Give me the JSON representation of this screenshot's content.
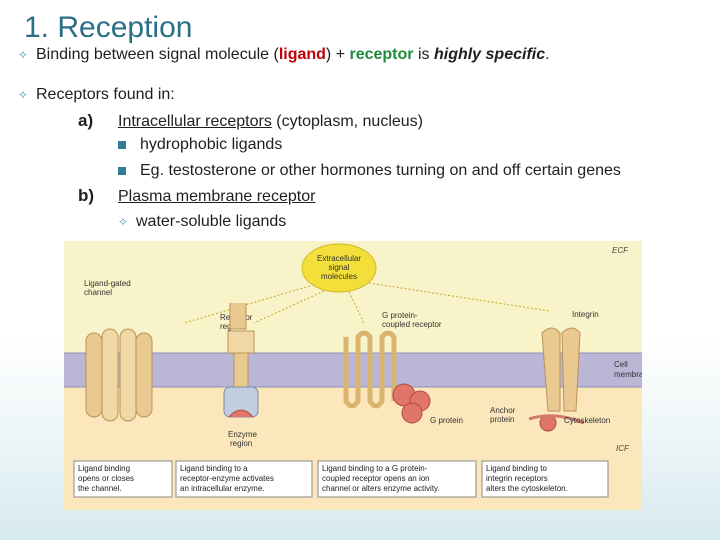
{
  "slide": {
    "title": "1. Reception",
    "line1": {
      "pre": "Binding between signal molecule (",
      "ligand": "ligand",
      "mid": ") + ",
      "receptor": "receptor",
      "is": " is ",
      "specific": "highly specific",
      "end": "."
    },
    "line2": "Receptors found in:",
    "a": {
      "label": "a)",
      "title": "Intracellular receptors",
      "detail": " (cytoplasm, nucleus)",
      "sub1": "hydrophobic ligands",
      "sub2": "Eg. testosterone or other hormones turning on and off certain genes"
    },
    "b": {
      "label": "b)",
      "title": "Plasma membrane receptor",
      "sub1": "water-soluble ligands"
    }
  },
  "diagram": {
    "signal": [
      "Extracellular",
      "signal",
      "molecules"
    ],
    "ecf": "ECF",
    "icf": "ICF",
    "ligand_gated": [
      "Ligand-gated",
      "channel"
    ],
    "receptor_region": [
      "Receptor",
      "region"
    ],
    "gpcr": [
      "G protein-",
      "coupled receptor"
    ],
    "integrin": "Integrin",
    "cell_membrane": [
      "Cell",
      "membrane"
    ],
    "enzyme_region": [
      "Enzyme",
      "region"
    ],
    "g_protein": "G protein",
    "anchor": [
      "Anchor",
      "protein"
    ],
    "cytoskeleton": "Cytoskeleton",
    "captions": [
      [
        "Ligand binding",
        "opens or closes",
        "the channel."
      ],
      [
        "Ligand binding to a",
        "receptor-enzyme activates",
        "an intracellular enzyme."
      ],
      [
        "Ligand binding to a G protein-",
        "coupled receptor opens an ion",
        "channel or alters enzyme activity."
      ],
      [
        "Ligand binding to",
        "integrin receptors",
        "alters the cytoskeleton."
      ]
    ],
    "colors": {
      "membrane": "#b9b6d6",
      "ecf": "#f8f3c8",
      "icf": "#fbe7bb",
      "protein": "#e9c98f",
      "g_protein": "#e0756a",
      "signal": "#f2df3a"
    }
  }
}
